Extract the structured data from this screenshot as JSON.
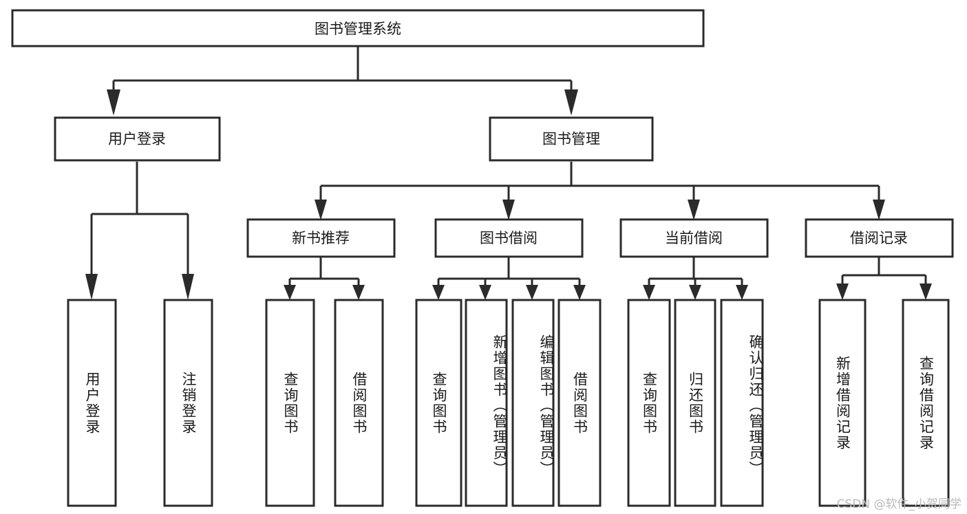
{
  "diagram": {
    "title": "图书管理系统",
    "type": "tree-hierarchy-diagram",
    "colors": {
      "box_stroke": "#2b2b2b",
      "box_fill": "#ffffff",
      "text": "#1a1a1a",
      "background": "#ffffff",
      "watermark": "#b9b9b9"
    },
    "root": {
      "label": "图书管理系统"
    },
    "level2": [
      {
        "label": "用户登录"
      },
      {
        "label": "图书管理"
      }
    ],
    "level3": [
      {
        "label": "新书推荐"
      },
      {
        "label": "图书借阅"
      },
      {
        "label": "当前借阅"
      },
      {
        "label": "借阅记录"
      }
    ],
    "leaves": {
      "user_login": [
        {
          "label": "用户登录"
        },
        {
          "label": "注销登录"
        }
      ],
      "new_book_recommend": [
        {
          "label": "查询图书"
        },
        {
          "label": "借阅图书"
        }
      ],
      "book_borrow": [
        {
          "label": "查询图书"
        },
        {
          "label": "新增图书（管理员）"
        },
        {
          "label": "编辑图书（管理员）"
        },
        {
          "label": "借阅图书"
        }
      ],
      "current_borrow": [
        {
          "label": "查询图书"
        },
        {
          "label": "归还图书"
        },
        {
          "label": "确认归还（管理员）"
        }
      ],
      "borrow_record": [
        {
          "label": "新增借阅记录"
        },
        {
          "label": "查询借阅记录"
        }
      ]
    },
    "watermark": "CSDN @软件_小贺同学"
  }
}
